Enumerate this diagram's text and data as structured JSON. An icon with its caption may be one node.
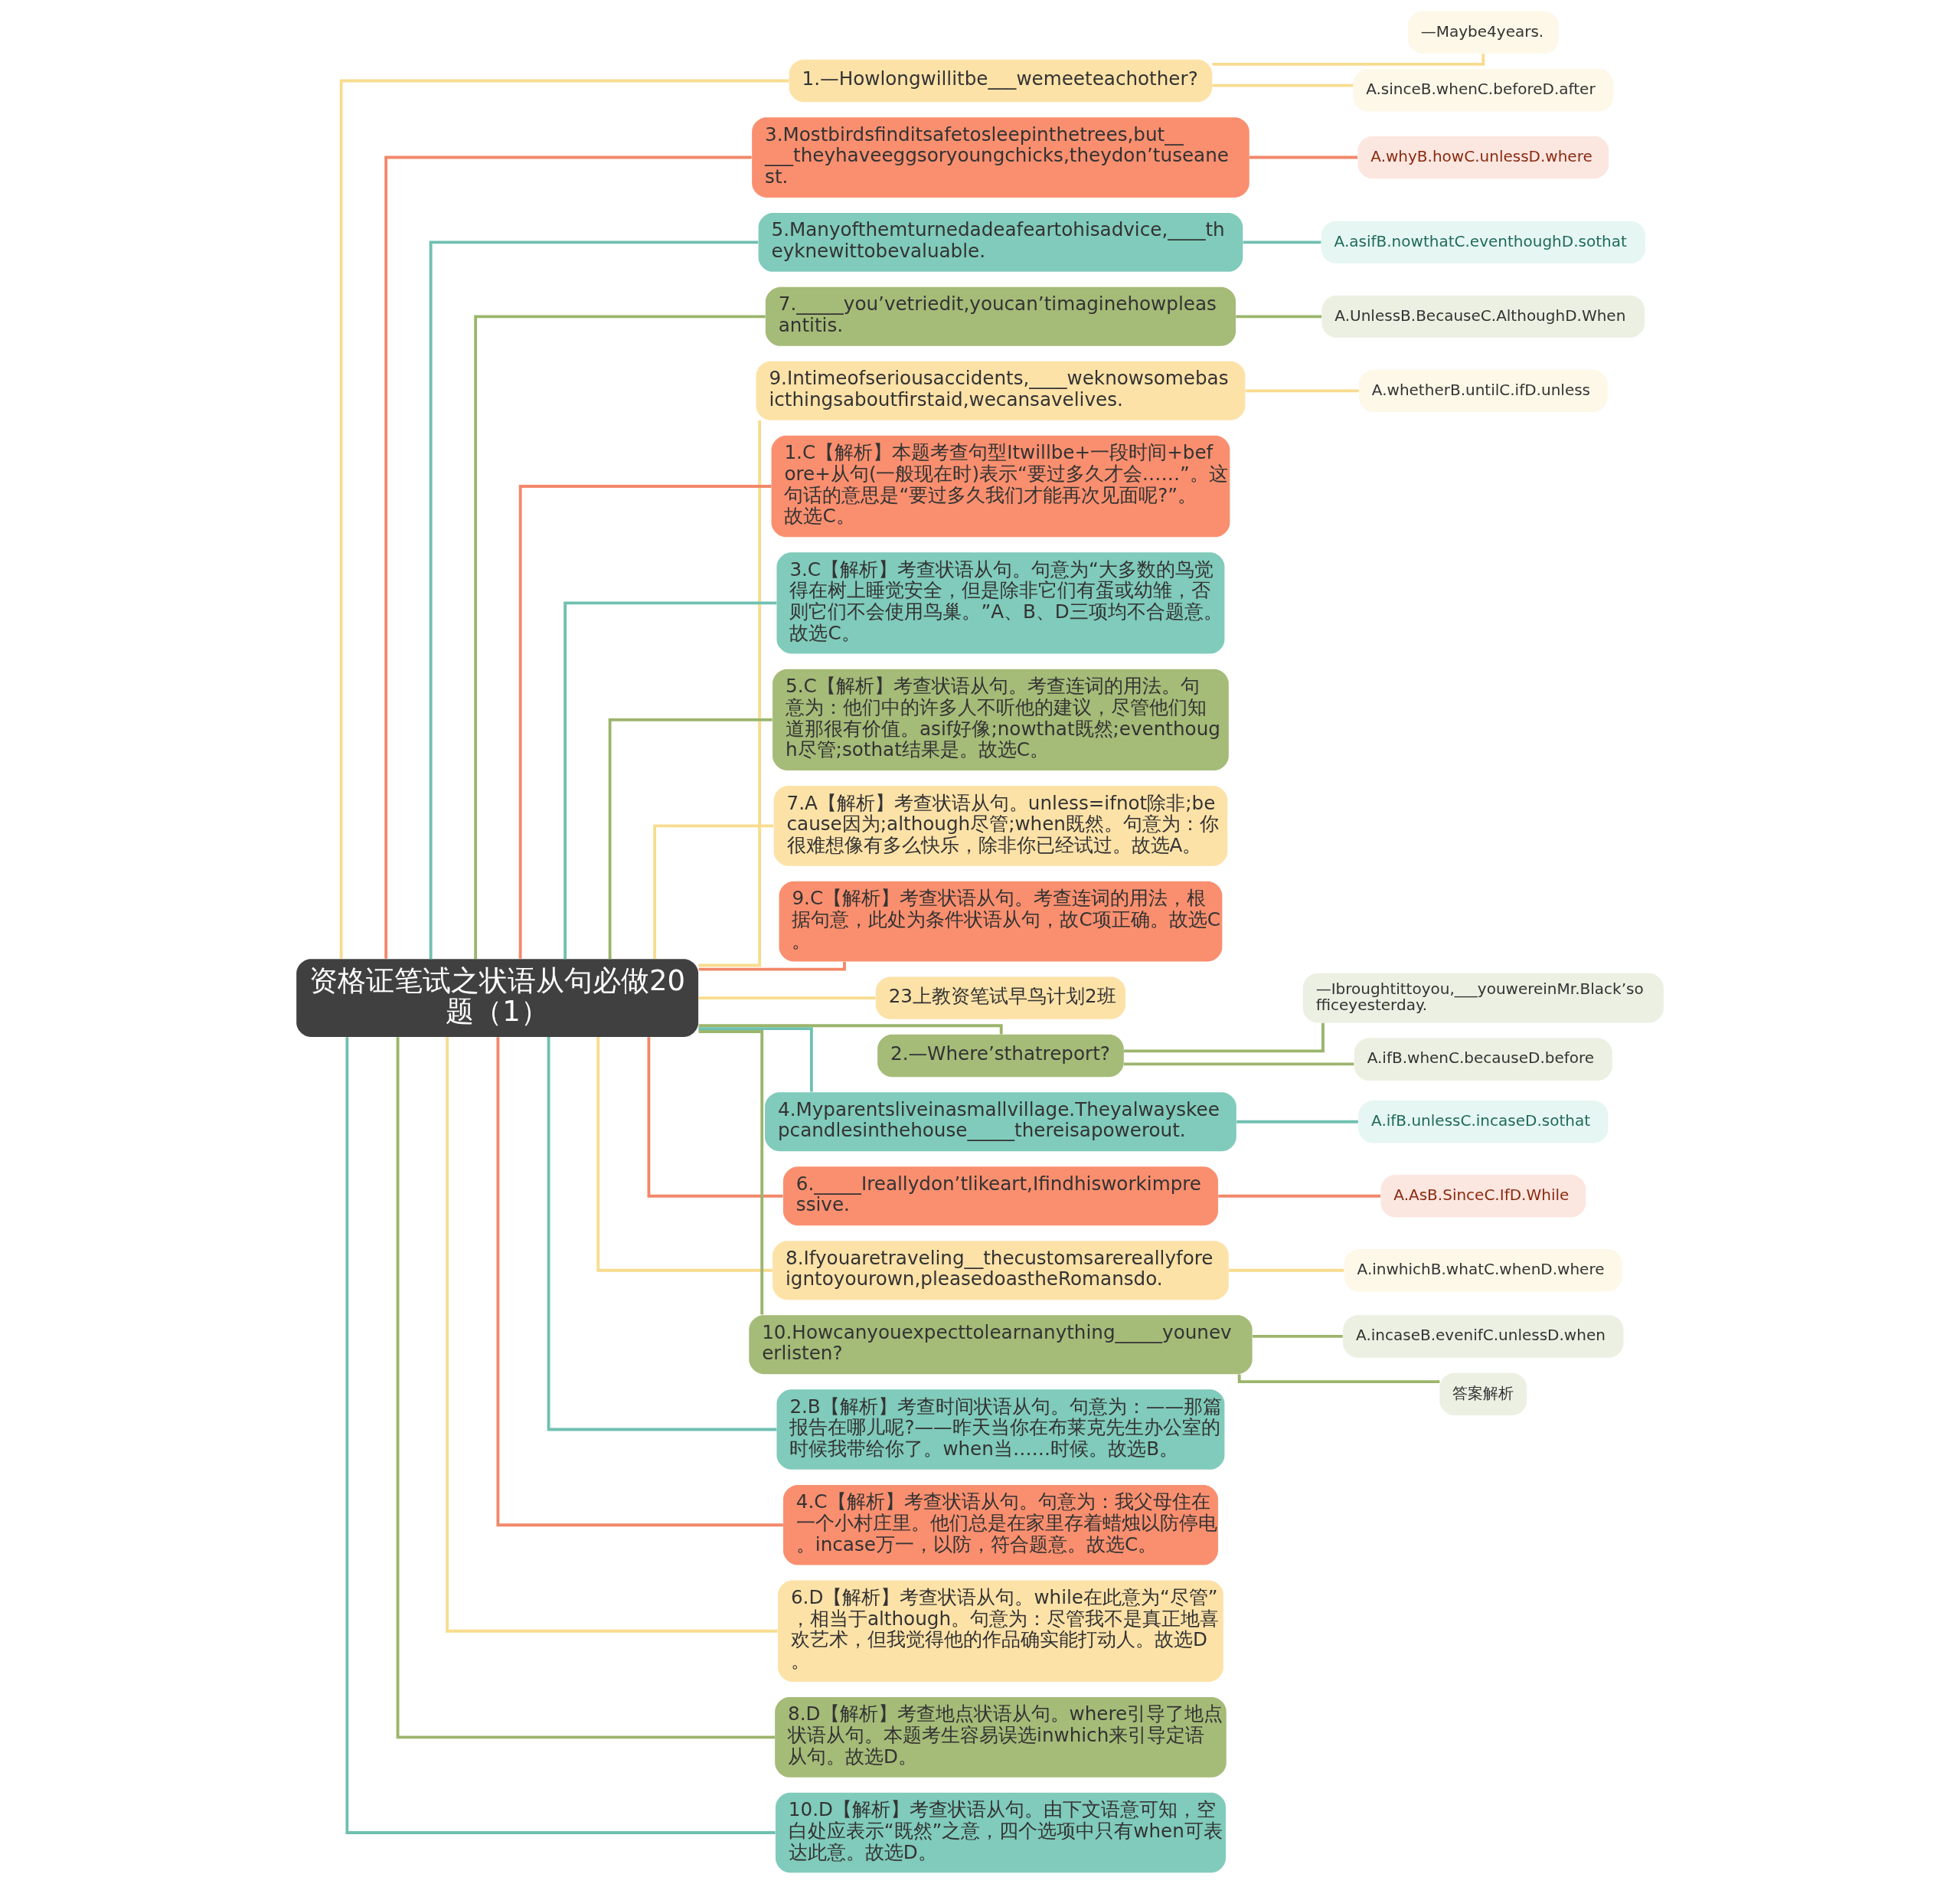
{
  "diagram": {
    "nodes": [
      {
        "text": [
          "资格证笔试之状语从句必做20题（1）"
        ]
      },
      {
        "text": [
          "1.—Howlongwillitbe___wemeeteachother?"
        ]
      },
      {
        "text": [
          "—Maybe4years."
        ]
      },
      {
        "text": [
          "A.sinceB.whenC.beforeD.after"
        ]
      },
      {
        "text": [
          "3.Mostbirdsfinditsafetosleepinthetrees,but_____theyhaveeggsoryoungchicks,theydon’tuseanest."
        ]
      },
      {
        "text": [
          "A.whyB.howC.unlessD.where"
        ]
      },
      {
        "text": [
          "5.Manyofthemturnedadeafeartohisadvice,____theyknewittobevaluable."
        ]
      },
      {
        "text": [
          "A.asifB.nowthatC.eventhoughD.sothat"
        ]
      },
      {
        "text": [
          "7._____you’vetriedit,youcan’timaginehowpleasantitis."
        ]
      },
      {
        "text": [
          "A.UnlessB.BecauseC.AlthoughD.When"
        ]
      },
      {
        "text": [
          "9.Intimeofseriousaccidents,____weknowsomebasicthingsaboutfirstaid,wecansavelives."
        ]
      },
      {
        "text": [
          "A.whetherB.untilC.ifD.unless"
        ]
      },
      {
        "text": [
          "1.C【解析】本题考查句型Itwillbe+一段时间+before+从句(一般现在时)表示“要过多久才会……”。这句话的意思是“要过多久我们才能再次见面呢?”。故选C。"
        ]
      },
      {
        "text": [
          "3.C【解析】考查状语从句。句意为“大多数的鸟觉得在树上睡觉安全，但是除非它们有蛋或幼雏，否则它们不会使用鸟巢。”A、B、D三项均不合题意。故选C。"
        ]
      },
      {
        "text": [
          "5.C【解析】考查状语从句。考查连词的用法。句意为：他们中的许多人不听他的建议，尽管他们知道那很有价值。asif好像;nowthat既然;eventhough尽管;sothat结果是。故选C。"
        ]
      },
      {
        "text": [
          "7.A【解析】考查状语从句。unless=ifnot除非;because因为;although尽管;when既然。句意为：你很难想像有多么快乐，除非你已经试过。故选A。"
        ]
      },
      {
        "text": [
          "9.C【解析】考查状语从句。考查连词的用法，根据句意，此处为条件状语从句，故C项正确。故选C。"
        ]
      },
      {
        "text": [
          "23上教资笔试早鸟计划2班"
        ]
      },
      {
        "text": [
          "2.—Where’sthatreport?"
        ]
      },
      {
        "text": [
          "—Ibroughtittoyou,___youwereinMr.Black’sofficeyesterday."
        ]
      },
      {
        "text": [
          "A.ifB.whenC.becauseD.before"
        ]
      },
      {
        "text": [
          "4.Myparentsliveinasmallvillage.Theyalwayskeepcandlesinthehouse_____thereisapowerout."
        ]
      },
      {
        "text": [
          "A.ifB.unlessC.incaseD.sothat"
        ]
      },
      {
        "text": [
          "6._____Ireallydon’tlikeart,Ifindhisworkimpressive."
        ]
      },
      {
        "text": [
          "A.AsB.SinceC.IfD.While"
        ]
      },
      {
        "text": [
          "8.Ifyouaretraveling__thecustomsarereallyforeigntoyourown,pleasedoastheRomansdo."
        ]
      },
      {
        "text": [
          "A.inwhichB.whatC.whenD.where"
        ]
      },
      {
        "text": [
          "10.Howcanyouexpecttolearnanything_____youneverlisten?"
        ]
      },
      {
        "text": [
          "A.incaseB.evenifC.unlessD.when"
        ]
      },
      {
        "text": [
          "答案解析"
        ]
      },
      {
        "text": [
          "2.B【解析】考查时间状语从句。句意为：——那篇报告在哪儿呢?——昨天当你在布莱克先生办公室的时候我带给你了。when当……时候。故选B。"
        ]
      },
      {
        "text": [
          "4.C【解析】考查状语从句。句意为：我父母住在一个小村庄里。他们总是在家里存着蜡烛以防停电。incase万一，以防，符合题意。故选C。"
        ]
      },
      {
        "text": [
          "6.D【解析】考查状语从句。while在此意为“尽管”，相当于although。句意为：尽管我不是真正地喜欢艺术，但我觉得他的作品确实能打动人。故选D。"
        ]
      },
      {
        "text": [
          "8.D【解析】考查地点状语从句。where引导了地点状语从句。本题考生容易误选inwhich来引导定语从句。故选D。"
        ]
      },
      {
        "text": [
          "10.D【解析】考查状语从句。由下文语意可知，空白处应表示“既然”之意，四个选项中只有when可表达此意。故选D。"
        ]
      }
    ],
    "edges": [
      {
        "from": 0,
        "to": 1,
        "arrow": "none",
        "color": "#f8dc8e"
      },
      {
        "from": 1,
        "to": 2,
        "arrow": "none",
        "color": "#f8dc8e"
      },
      {
        "from": 1,
        "to": 3,
        "arrow": "none",
        "color": "#f8dc8e"
      },
      {
        "from": 0,
        "to": 4,
        "arrow": "none",
        "color": "#f2886a"
      },
      {
        "from": 4,
        "to": 5,
        "arrow": "none",
        "color": "#f2886a"
      },
      {
        "from": 0,
        "to": 6,
        "arrow": "none",
        "color": "#6fc0b0"
      },
      {
        "from": 6,
        "to": 7,
        "arrow": "none",
        "color": "#6fc0b0"
      },
      {
        "from": 0,
        "to": 8,
        "arrow": "none",
        "color": "#9bb56c"
      },
      {
        "from": 8,
        "to": 9,
        "arrow": "none",
        "color": "#9bb56c"
      },
      {
        "from": 0,
        "to": 10,
        "arrow": "none",
        "color": "#f8dc8e"
      },
      {
        "from": 10,
        "to": 11,
        "arrow": "none",
        "color": "#f8dc8e"
      },
      {
        "from": 0,
        "to": 12,
        "arrow": "none",
        "color": "#f2886a"
      },
      {
        "from": 0,
        "to": 13,
        "arrow": "none",
        "color": "#6fc0b0"
      },
      {
        "from": 0,
        "to": 14,
        "arrow": "none",
        "color": "#9bb56c"
      },
      {
        "from": 0,
        "to": 15,
        "arrow": "none",
        "color": "#f8dc8e"
      },
      {
        "from": 0,
        "to": 16,
        "arrow": "none",
        "color": "#f2886a"
      },
      {
        "from": 0,
        "to": 17,
        "arrow": "none",
        "color": "#f8dc8e"
      },
      {
        "from": 0,
        "to": 18,
        "arrow": "none",
        "color": "#9bb56c"
      },
      {
        "from": 18,
        "to": 19,
        "arrow": "none",
        "color": "#9bb56c"
      },
      {
        "from": 18,
        "to": 20,
        "arrow": "none",
        "color": "#9bb56c"
      },
      {
        "from": 0,
        "to": 21,
        "arrow": "none",
        "color": "#6fc0b0"
      },
      {
        "from": 21,
        "to": 22,
        "arrow": "none",
        "color": "#6fc0b0"
      },
      {
        "from": 0,
        "to": 23,
        "arrow": "none",
        "color": "#f2886a"
      },
      {
        "from": 23,
        "to": 24,
        "arrow": "none",
        "color": "#f2886a"
      },
      {
        "from": 0,
        "to": 25,
        "arrow": "none",
        "color": "#f8dc8e"
      },
      {
        "from": 25,
        "to": 26,
        "arrow": "none",
        "color": "#f8dc8e"
      },
      {
        "from": 0,
        "to": 27,
        "arrow": "none",
        "color": "#9bb56c"
      },
      {
        "from": 27,
        "to": 28,
        "arrow": "none",
        "color": "#9bb56c"
      },
      {
        "from": 27,
        "to": 29,
        "arrow": "none",
        "color": "#9bb56c"
      },
      {
        "from": 0,
        "to": 30,
        "arrow": "none",
        "color": "#6fc0b0"
      },
      {
        "from": 0,
        "to": 31,
        "arrow": "none",
        "color": "#f2886a"
      },
      {
        "from": 0,
        "to": 32,
        "arrow": "none",
        "color": "#f8dc8e"
      },
      {
        "from": 0,
        "to": 33,
        "arrow": "none",
        "color": "#9bb56c"
      },
      {
        "from": 0,
        "to": 34,
        "arrow": "none",
        "color": "#6fc0b0"
      }
    ]
  }
}
